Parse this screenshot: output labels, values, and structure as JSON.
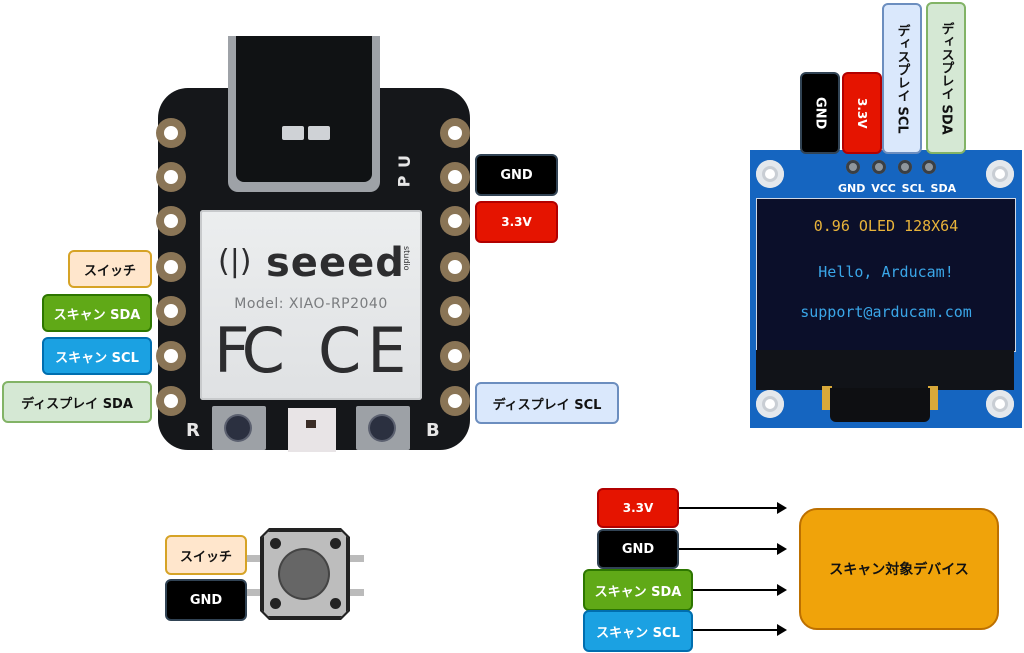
{
  "xiao_board": {
    "brand": "seeed",
    "brand_sub": "studio",
    "model": "Model: XIAO-RP2040",
    "cert_fcc": "FC",
    "cert_ce": "CE",
    "button_left": "R",
    "button_right": "B",
    "silk_power": "P",
    "silk_user": "U"
  },
  "xiao_pins_left": [
    {
      "label": "スイッチ",
      "kind": "switch"
    },
    {
      "label": "スキャン SDA",
      "kind": "scan-sda"
    },
    {
      "label": "スキャン SCL",
      "kind": "scan-scl"
    },
    {
      "label": "ディスプレイ SDA",
      "kind": "disp-sda"
    }
  ],
  "xiao_pins_right": [
    {
      "label": "GND",
      "kind": "gnd"
    },
    {
      "label": "3.3V",
      "kind": "v33"
    },
    {
      "label": "ディスプレイ SCL",
      "kind": "disp-scl"
    }
  ],
  "oled_pins": [
    {
      "label": "GND",
      "kind": "gnd"
    },
    {
      "label": "3.3V",
      "kind": "v33"
    },
    {
      "label": "ディスプレイ SCL",
      "kind": "disp-scl"
    },
    {
      "label": "ディスプレイ SDA",
      "kind": "disp-sda"
    }
  ],
  "oled_module": {
    "pin_silkscreen": "GND VCC SCL SDA",
    "screen_lines": [
      {
        "text": "0.96 OLED 128X64",
        "color": "#e8b33a"
      },
      {
        "text": "Hello, Arducam!",
        "color": "#3aa6e8"
      },
      {
        "text": "support@arducam.com",
        "color": "#3aa6e8"
      }
    ]
  },
  "switch_pins": [
    {
      "label": "スイッチ",
      "kind": "switch"
    },
    {
      "label": "GND",
      "kind": "gnd"
    }
  ],
  "scan_connection": {
    "pins": [
      {
        "label": "3.3V",
        "kind": "v33"
      },
      {
        "label": "GND",
        "kind": "gnd"
      },
      {
        "label": "スキャン SDA",
        "kind": "scan-sda"
      },
      {
        "label": "スキャン SCL",
        "kind": "scan-scl"
      }
    ],
    "device_label": "スキャン対象デバイス"
  },
  "colors": {
    "pcb": "#15171a",
    "oled_pcb": "#1565c0",
    "device_fill": "#f0a30a"
  }
}
